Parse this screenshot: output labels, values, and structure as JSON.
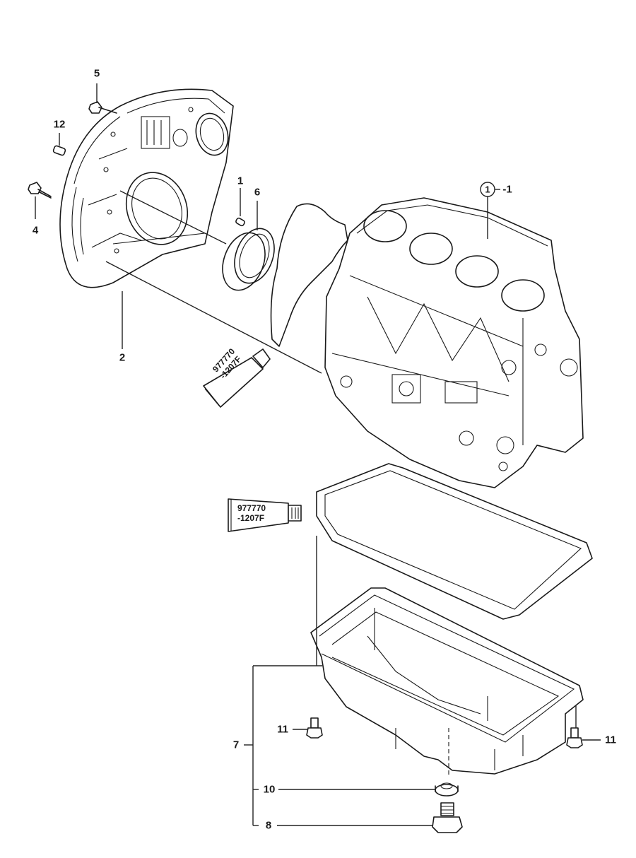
{
  "diagram": {
    "title": "Cylinder block / flywheel housing / oil pan exploded view",
    "callouts": [
      {
        "id": "5",
        "text": "5"
      },
      {
        "id": "12",
        "text": "12"
      },
      {
        "id": "4",
        "text": "4"
      },
      {
        "id": "1a",
        "text": "1"
      },
      {
        "id": "6",
        "text": "6"
      },
      {
        "id": "2",
        "text": "2"
      },
      {
        "id": "1-1",
        "circled": "1",
        "suffix": "-1"
      },
      {
        "id": "7",
        "text": "7"
      },
      {
        "id": "11a",
        "text": "11"
      },
      {
        "id": "11b",
        "text": "11"
      },
      {
        "id": "10",
        "text": "10"
      },
      {
        "id": "8",
        "text": "8"
      }
    ],
    "sealant_tubes": [
      {
        "line1": "977770",
        "line2": "-1207F"
      },
      {
        "line1": "977770",
        "line2": "-1207F"
      }
    ],
    "parts": [
      "flywheel-housing",
      "dowel-pin",
      "bolt",
      "oil-seal",
      "cylinder-block",
      "gasket-packing",
      "oil-pan",
      "drain-plug",
      "washer"
    ]
  }
}
